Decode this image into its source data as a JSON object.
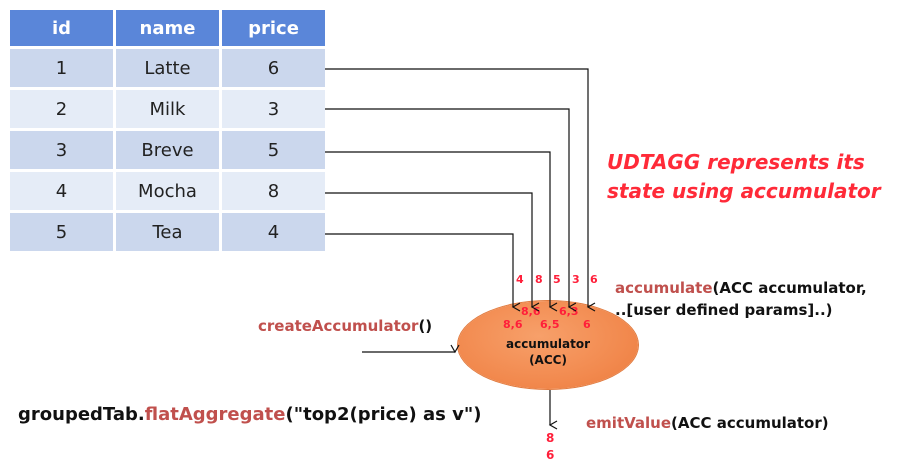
{
  "table": {
    "headers": [
      "id",
      "name",
      "price"
    ],
    "rows": [
      [
        "1",
        "Latte",
        "6"
      ],
      [
        "2",
        "Milk",
        "3"
      ],
      [
        "3",
        "Breve",
        "5"
      ],
      [
        "4",
        "Mocha",
        "8"
      ],
      [
        "5",
        "Tea",
        "4"
      ]
    ],
    "header_color": "#5a86d9",
    "row_colors": [
      "#cbd7ed",
      "#e5ecf7"
    ]
  },
  "note": {
    "line1": "UDTAGG represents its",
    "line2": "state using accumulator",
    "color": "#ff2a38"
  },
  "arrow_labels": [
    "4",
    "8",
    "5",
    "3",
    "6"
  ],
  "state_labels": {
    "top": [
      "8,6",
      "6,3"
    ],
    "bottom": [
      "8,6",
      "6,5",
      "6"
    ]
  },
  "accumulator": {
    "line1": "accumulator",
    "line2": "(ACC)",
    "color": "#f28a4f"
  },
  "functions": {
    "create": {
      "name": "createAccumulator",
      "args": "()"
    },
    "accumulate": {
      "name": "accumulate",
      "args": "(ACC accumulator,",
      "line2": "..[user defined params]..)"
    },
    "emit": {
      "name": "emitValue",
      "args": "(ACC accumulator)"
    }
  },
  "statement": {
    "prefix": "groupedTab.",
    "method": "flatAggregate",
    "args": "(\"top2(price) as v\")"
  },
  "output": [
    "8",
    "6"
  ]
}
